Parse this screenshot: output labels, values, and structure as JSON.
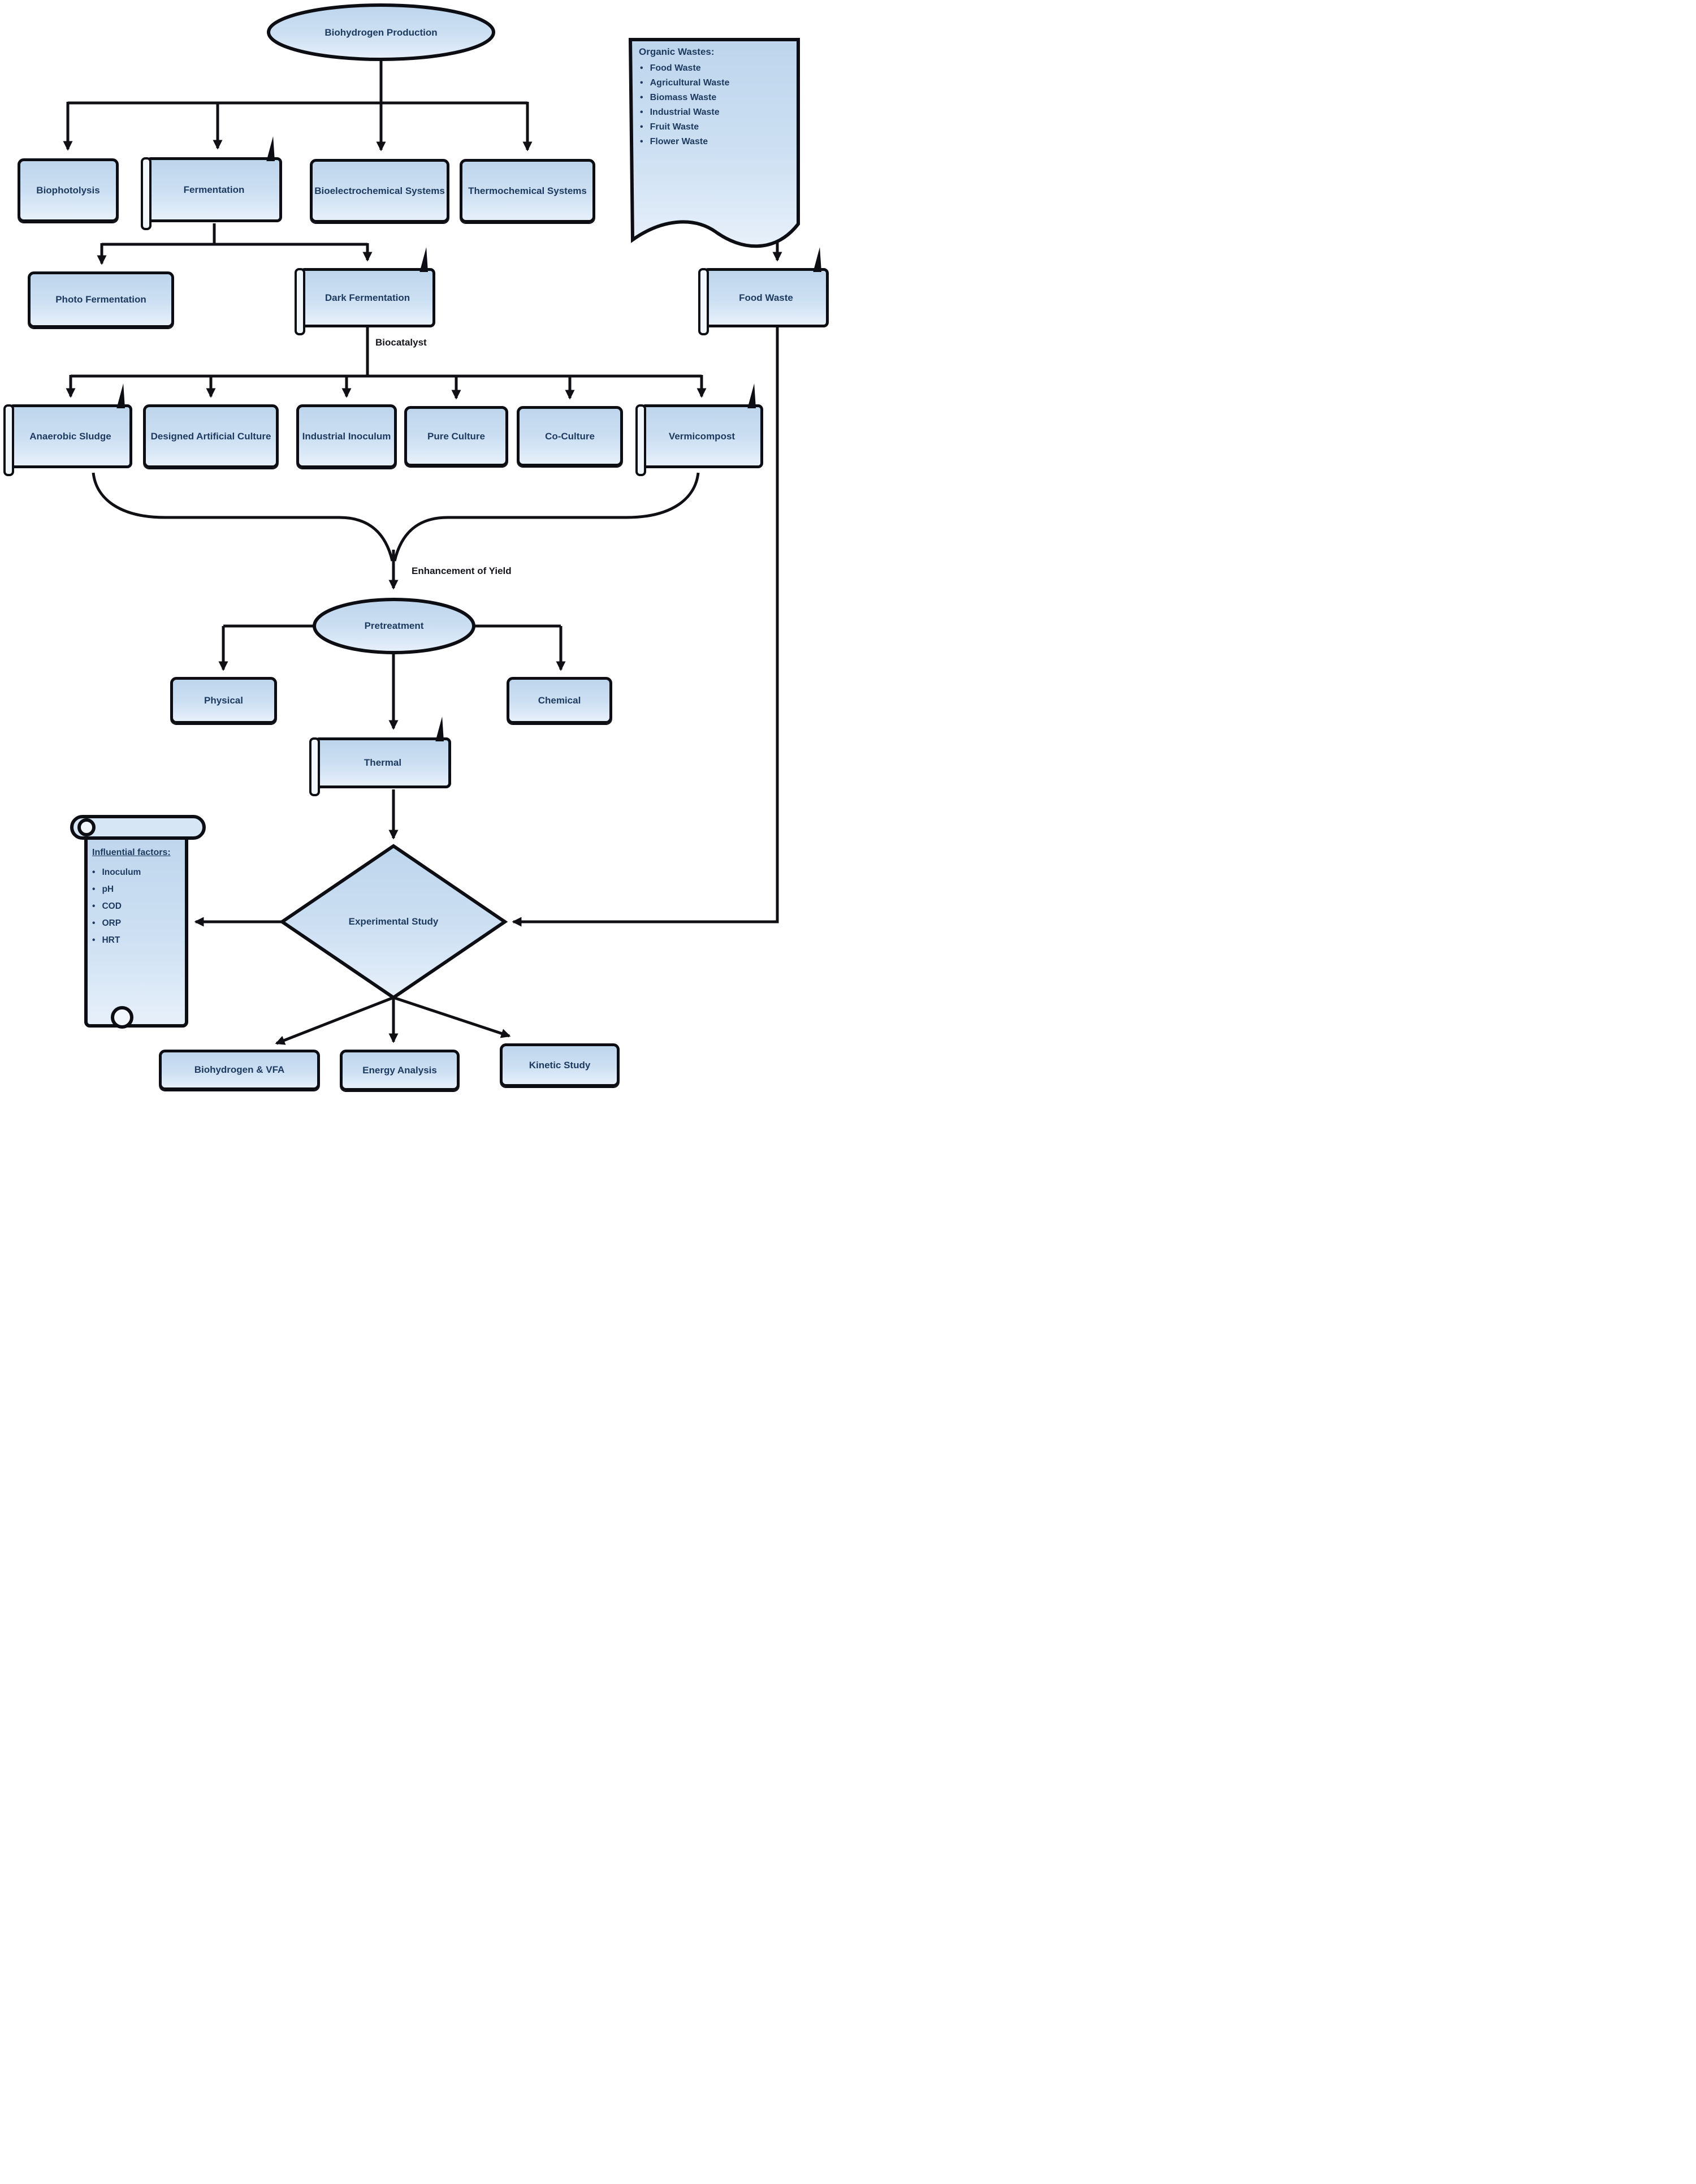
{
  "palette": {
    "node_fill": "#c9def2",
    "node_fill_light": "#e7f0fa",
    "border": "#0d0e13",
    "line": "#101014",
    "text": "#1d3a5e",
    "background": "#ffffff"
  },
  "nodes": {
    "biohydrogen": {
      "label": "Biohydrogen Production"
    },
    "biophotolysis": {
      "label": "Biophotolysis"
    },
    "fermentation": {
      "label": "Fermentation"
    },
    "bioelectrochemical": {
      "label": "Bioelectrochemical Systems"
    },
    "thermochemical": {
      "label": "Thermochemical Systems"
    },
    "photo_fermentation": {
      "label": "Photo Fermentation"
    },
    "dark_fermentation": {
      "label": "Dark Fermentation"
    },
    "food_waste": {
      "label": "Food Waste"
    },
    "anaerobic_sludge": {
      "label": "Anaerobic Sludge"
    },
    "designed_culture": {
      "label": "Designed Artificial Culture"
    },
    "industrial_inoculum": {
      "label": "Industrial Inoculum"
    },
    "pure_culture": {
      "label": "Pure Culture"
    },
    "co_culture": {
      "label": "Co-Culture"
    },
    "vermicompost": {
      "label": "Vermicompost"
    },
    "pretreatment": {
      "label": "Pretreatment"
    },
    "physical": {
      "label": "Physical"
    },
    "chemical": {
      "label": "Chemical"
    },
    "thermal": {
      "label": "Thermal"
    },
    "experimental_study": {
      "label": "Experimental Study"
    },
    "biohydrogen_vfa": {
      "label": "Biohydrogen & VFA"
    },
    "energy_analysis": {
      "label": "Energy Analysis"
    },
    "kinetic_study": {
      "label": "Kinetic Study"
    }
  },
  "organic_wastes": {
    "title": "Organic Wastes:",
    "items": [
      "Food Waste",
      "Agricultural Waste",
      "Biomass Waste",
      "Industrial Waste",
      "Fruit Waste",
      "Flower Waste"
    ]
  },
  "influential_factors": {
    "title": "Influential factors:",
    "items": [
      "Inoculum",
      "pH",
      "COD",
      "ORP",
      "HRT"
    ]
  },
  "edge_labels": {
    "biocatalyst": "Biocatalyst",
    "enhancement": "Enhancement of Yield"
  }
}
